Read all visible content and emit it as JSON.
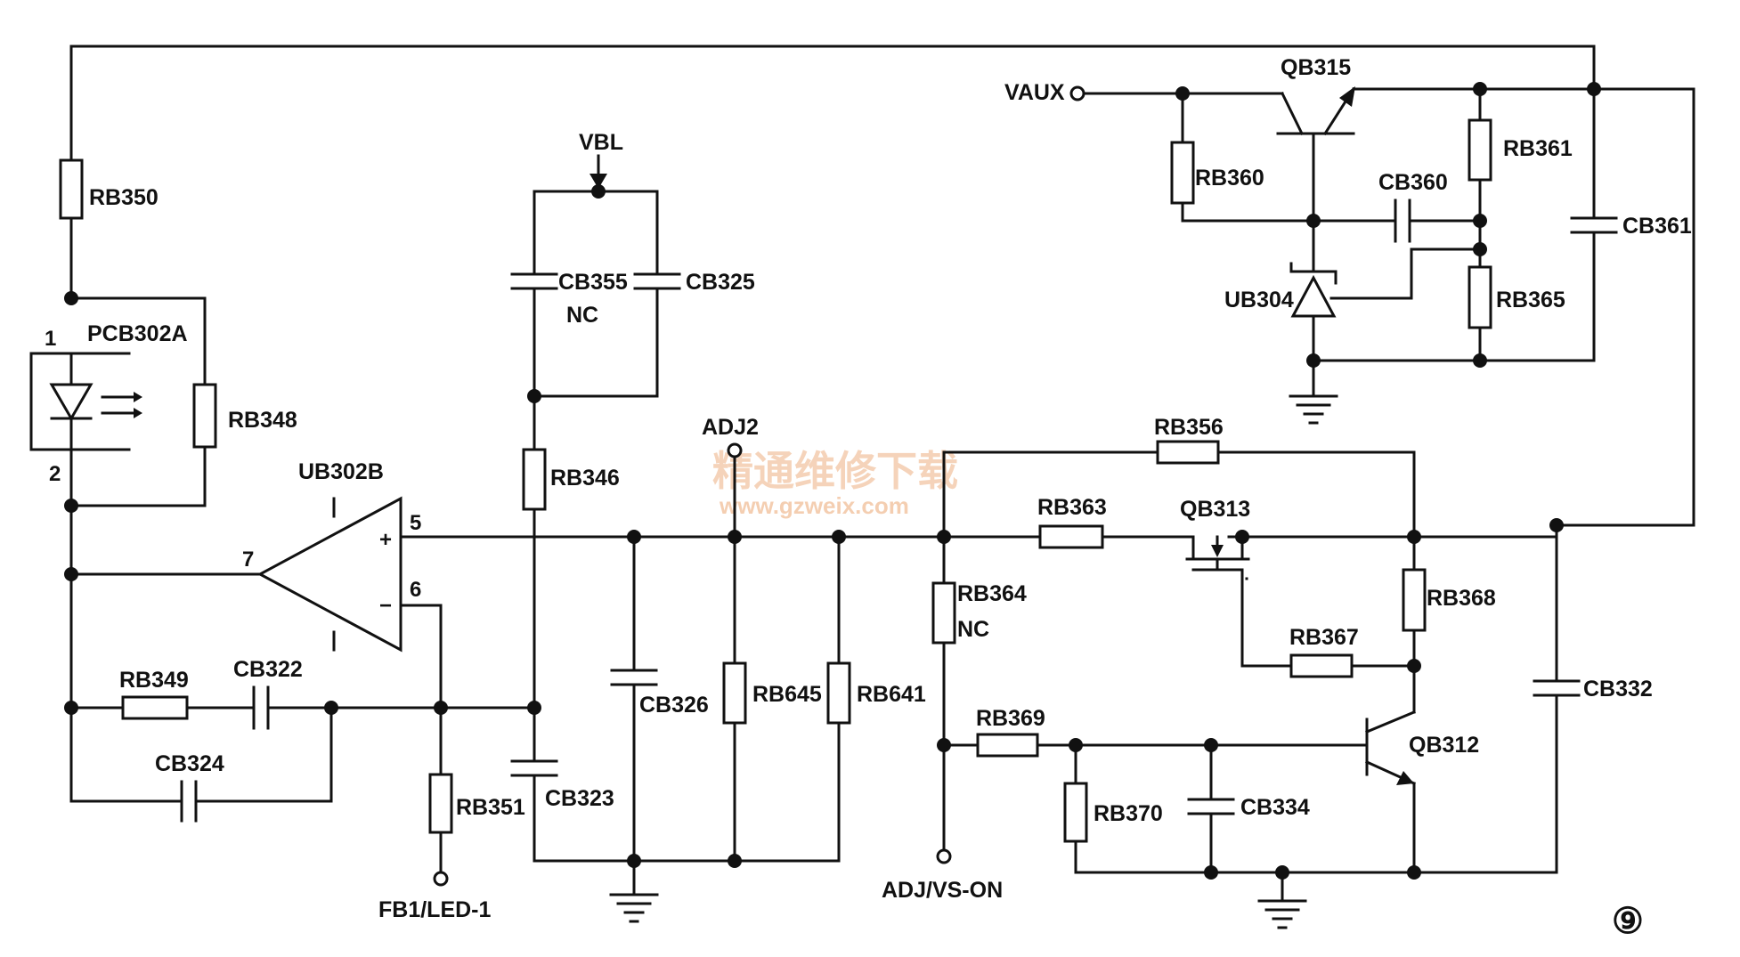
{
  "components": {
    "RB350": "RB350",
    "PCB302A": "PCB302A",
    "RB348": "RB348",
    "UB302B": "UB302B",
    "RB349": "RB349",
    "CB322": "CB322",
    "CB324": "CB324",
    "RB351": "RB351",
    "VBL": "VBL",
    "CB355": "CB355",
    "CB355_note": "NC",
    "CB325": "CB325",
    "RB346": "RB346",
    "CB323": "CB323",
    "CB326": "CB326",
    "ADJ2": "ADJ2",
    "RB645": "RB645",
    "RB641": "RB641",
    "RB364": "RB364",
    "RB364_note": "NC",
    "RB363": "RB363",
    "QB313": "QB313",
    "RB356": "RB356",
    "RB368": "RB368",
    "RB367": "RB367",
    "RB369": "RB369",
    "RB370": "RB370",
    "CB334": "CB334",
    "QB312": "QB312",
    "CB332": "CB332",
    "VAUX": "VAUX",
    "QB315": "QB315",
    "RB360": "RB360",
    "CB360": "CB360",
    "RB361": "RB361",
    "CB361": "CB361",
    "UB304": "UB304",
    "RB365": "RB365"
  },
  "pins": {
    "p1": "1",
    "p2": "2",
    "p7": "7",
    "p5": "5",
    "p6": "6",
    "plus": "+",
    "minus": "−"
  },
  "terminals": {
    "fb1": "FB1/LED-1",
    "adj_vs_on": "ADJ/VS-ON"
  },
  "watermark": {
    "cn": "精通维修下载",
    "url": "www.gzweix.com"
  },
  "page_number": "⑨"
}
